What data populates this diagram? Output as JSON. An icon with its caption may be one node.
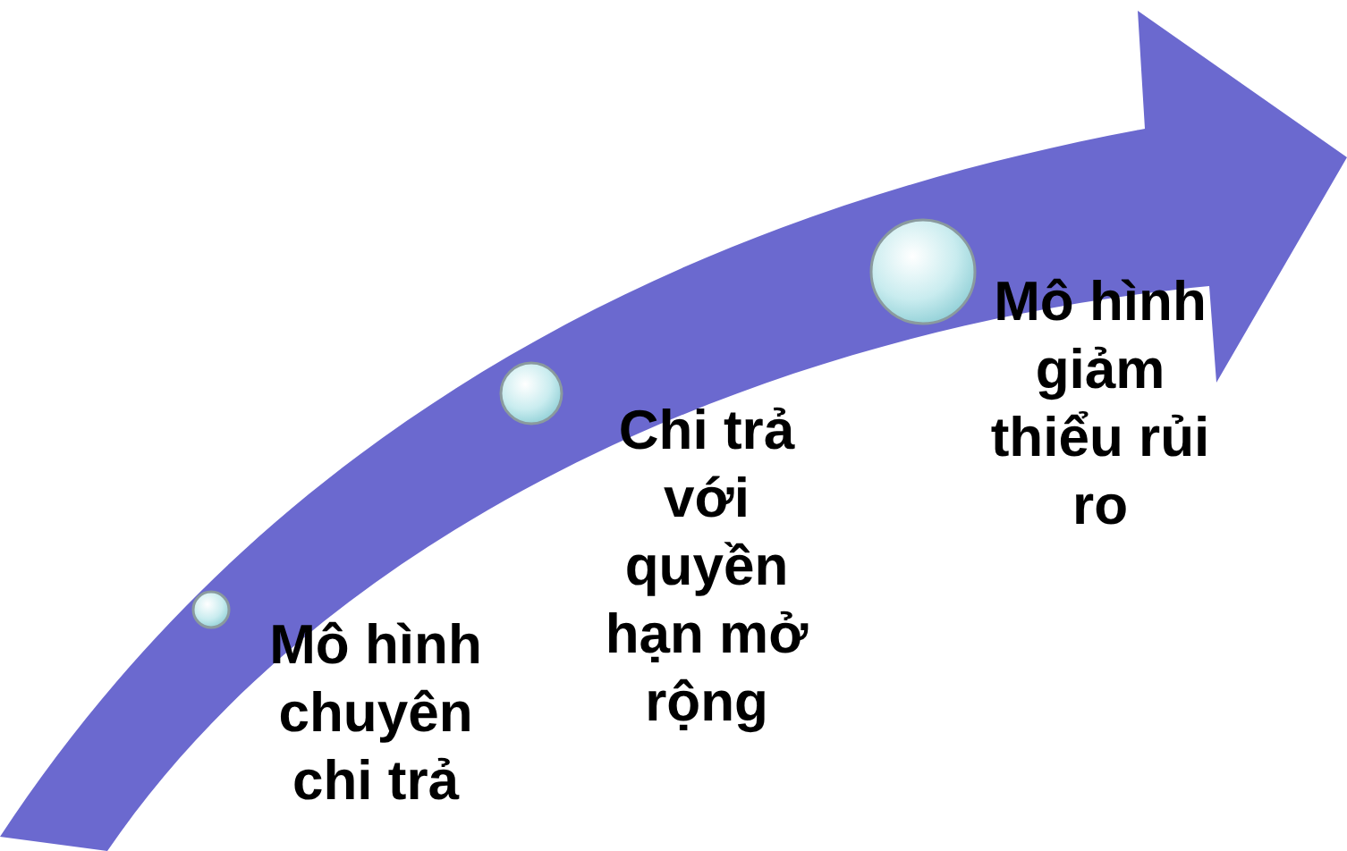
{
  "diagram": {
    "labels": [
      "Mô hình chuyên chi trả",
      "Chi trả với quyền hạn mở rộng",
      "Mô hình giảm thiểu rủi ro"
    ]
  }
}
